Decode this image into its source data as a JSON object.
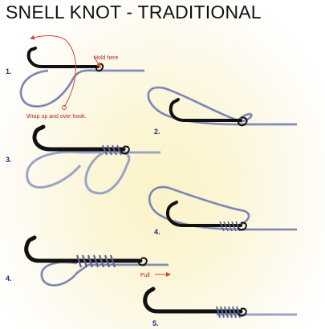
{
  "title": "SNELL KNOT - TRADITIONAL",
  "steps": [
    {
      "number": "1.",
      "notes": [
        "Hold here",
        "Wrap up and over hook."
      ]
    },
    {
      "number": "2."
    },
    {
      "number": "3."
    },
    {
      "number": "4."
    },
    {
      "number": "4."
    },
    {
      "number": "5."
    }
  ],
  "pull_label": "Pull",
  "colors": {
    "hook": "#111111",
    "line": "#9aa4c8",
    "line_dark": "#5e6690",
    "annotation": "#d9432f",
    "step_number": "#1f2a7a",
    "background_glow": "#fbf3c7"
  }
}
